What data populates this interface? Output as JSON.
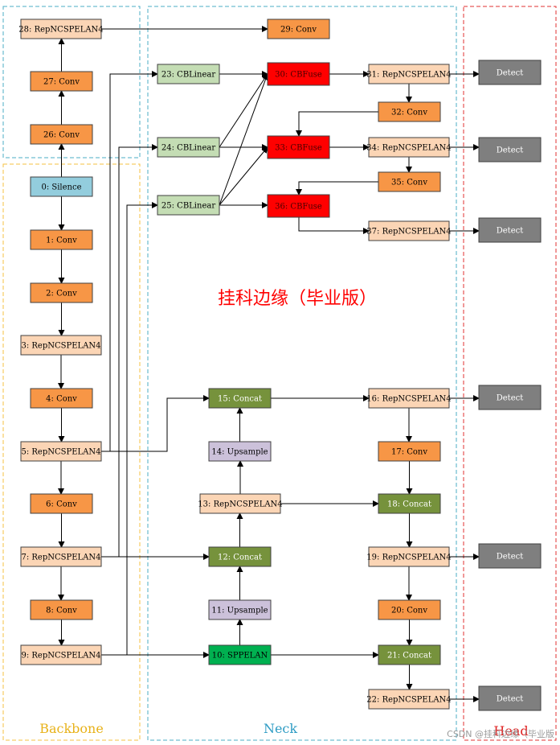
{
  "colors": {
    "conv": "#f79646",
    "repn": "#fbd5b5",
    "silence": "#93cddd",
    "cblinear": "#c4ddb4",
    "cbfuse": "#ff0000",
    "concat": "#76923c",
    "upsample": "#ccc1da",
    "sppelan": "#00b050",
    "detect": "#7f7f7f",
    "backbone_border": "#f5c242",
    "neck_border": "#4bacc6",
    "head_border": "#e03030",
    "watermark": "#ff0000"
  },
  "sections": {
    "backbone": "Backbone",
    "neck": "Neck",
    "head": "Head"
  },
  "watermark": "挂科边缘（毕业版）",
  "credit": "CSDN @挂科边缘（毕业版",
  "nodes": [
    {
      "id": "n0",
      "label": "0: Silence",
      "type": "silence"
    },
    {
      "id": "n1",
      "label": "1: Conv",
      "type": "conv"
    },
    {
      "id": "n2",
      "label": "2: Conv",
      "type": "conv"
    },
    {
      "id": "n3",
      "label": "3: RepNCSPELAN4",
      "type": "repn"
    },
    {
      "id": "n4",
      "label": "4: Conv",
      "type": "conv"
    },
    {
      "id": "n5",
      "label": "5: RepNCSPELAN4",
      "type": "repn"
    },
    {
      "id": "n6",
      "label": "6: Conv",
      "type": "conv"
    },
    {
      "id": "n7",
      "label": "7: RepNCSPELAN4",
      "type": "repn"
    },
    {
      "id": "n8",
      "label": "8: Conv",
      "type": "conv"
    },
    {
      "id": "n9",
      "label": "9: RepNCSPELAN4",
      "type": "repn"
    },
    {
      "id": "n10",
      "label": "10: SPPELAN",
      "type": "sppelan"
    },
    {
      "id": "n11",
      "label": "11: Upsample",
      "type": "upsample"
    },
    {
      "id": "n12",
      "label": "12: Concat",
      "type": "concat"
    },
    {
      "id": "n13",
      "label": "13: RepNCSPELAN4",
      "type": "repn"
    },
    {
      "id": "n14",
      "label": "14: Upsample",
      "type": "upsample"
    },
    {
      "id": "n15",
      "label": "15: Concat",
      "type": "concat"
    },
    {
      "id": "n16",
      "label": "16: RepNCSPELAN4",
      "type": "repn"
    },
    {
      "id": "n17",
      "label": "17: Conv",
      "type": "conv"
    },
    {
      "id": "n18",
      "label": "18: Concat",
      "type": "concat"
    },
    {
      "id": "n19",
      "label": "19: RepNCSPELAN4",
      "type": "repn"
    },
    {
      "id": "n20",
      "label": "20: Conv",
      "type": "conv"
    },
    {
      "id": "n21",
      "label": "21: Concat",
      "type": "concat"
    },
    {
      "id": "n22",
      "label": "22: RepNCSPELAN4",
      "type": "repn"
    },
    {
      "id": "n23",
      "label": "23: CBLinear",
      "type": "cblinear"
    },
    {
      "id": "n24",
      "label": "24: CBLinear",
      "type": "cblinear"
    },
    {
      "id": "n25",
      "label": "25: CBLinear",
      "type": "cblinear"
    },
    {
      "id": "n26",
      "label": "26: Conv",
      "type": "conv"
    },
    {
      "id": "n27",
      "label": "27: Conv",
      "type": "conv"
    },
    {
      "id": "n28",
      "label": "28: RepNCSPELAN4",
      "type": "repn"
    },
    {
      "id": "n29",
      "label": "29: Conv",
      "type": "conv"
    },
    {
      "id": "n30",
      "label": "30: CBFuse",
      "type": "cbfuse"
    },
    {
      "id": "n31",
      "label": "31: RepNCSPELAN4",
      "type": "repn"
    },
    {
      "id": "n32",
      "label": "32: Conv",
      "type": "conv"
    },
    {
      "id": "n33",
      "label": "33: CBFuse",
      "type": "cbfuse"
    },
    {
      "id": "n34",
      "label": "34: RepNCSPELAN4",
      "type": "repn"
    },
    {
      "id": "n35",
      "label": "35: Conv",
      "type": "conv"
    },
    {
      "id": "n36",
      "label": "36: CBFuse",
      "type": "cbfuse"
    },
    {
      "id": "n37",
      "label": "37: RepNCSPELAN4",
      "type": "repn"
    },
    {
      "id": "d31",
      "label": "Detect",
      "type": "detect"
    },
    {
      "id": "d34",
      "label": "Detect",
      "type": "detect"
    },
    {
      "id": "d37",
      "label": "Detect",
      "type": "detect"
    },
    {
      "id": "d16",
      "label": "Detect",
      "type": "detect"
    },
    {
      "id": "d19",
      "label": "Detect",
      "type": "detect"
    },
    {
      "id": "d22",
      "label": "Detect",
      "type": "detect"
    }
  ]
}
